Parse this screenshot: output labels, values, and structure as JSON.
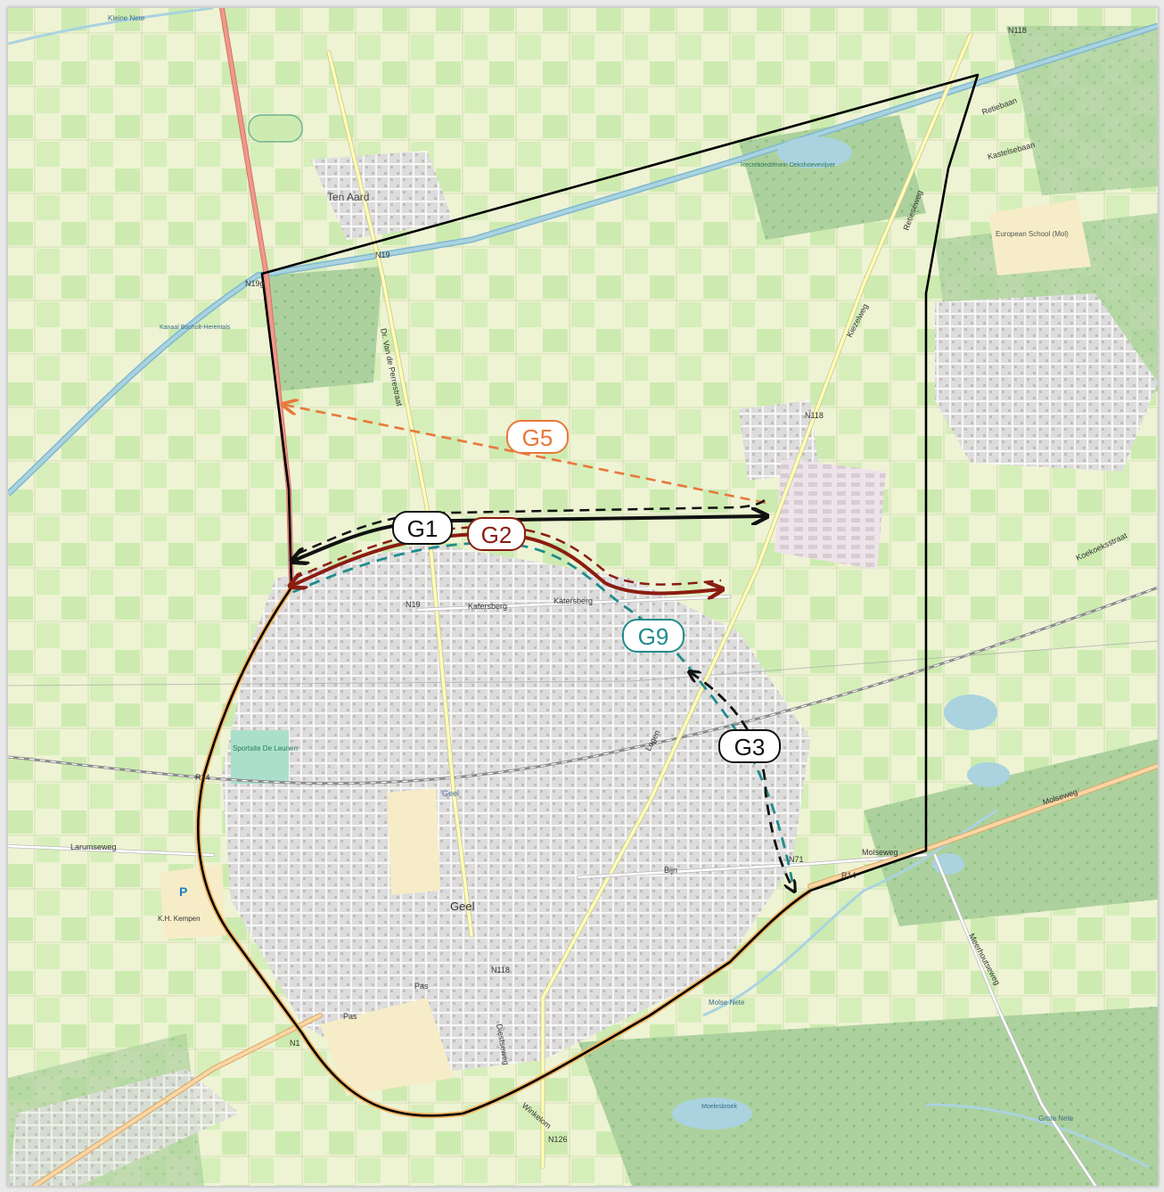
{
  "places": {
    "ten_aard": "Ten Aard",
    "geel_center": "Geel",
    "geel_station": "Geel",
    "sportsite": "Sportsite De Leunen",
    "kh_kempen": "K.H. Kempen",
    "parking": "P",
    "european_school": "European School (Mol)",
    "recreatiedomein": "Recreatiedomein Dekshoevevijver",
    "moelesbroek": "Moelesbroek",
    "kanaal": "Kanaal Bocholt-Herentals",
    "kleine_nete": "Kleine Nete",
    "molse_nete": "Molse Nete",
    "grote_nete": "Grote Nete"
  },
  "roads": {
    "n118_top": "N118",
    "n118_mid": "N118",
    "n118_bottom": "N118",
    "n19_top": "N19",
    "n19_mid": "N19",
    "n19g": "N19g",
    "n126": "N126",
    "n71": "N71",
    "r14_left": "R14",
    "r14_right": "R14",
    "n1x": "N1",
    "katersberg_1": "Katersberg",
    "katersberg_2": "Katersberg",
    "larumseweg": "Larumseweg",
    "molseweg_1": "Molseweg",
    "molseweg_2": "Molseweg",
    "bijn": "Bijn",
    "pas_1": "Pas",
    "pas_2": "Pas",
    "logen": "Logen",
    "retiebaan": "Retiebaan",
    "kastelsebaan": "Kastelsebaan",
    "kiezelweg": "Kiezelweg",
    "meerhoutseweg": "Meerhoutseweg",
    "winkelom": "Winkelom",
    "dr_van_de_perrestraat": "Dr. Van de Perrestraat",
    "diestseweg": "Diestseweg",
    "kaulille": "Koekoeksstraat",
    "retieseweg": "Retieseweg"
  },
  "routes": [
    {
      "id": "G1",
      "label": "G1",
      "color": "#111111"
    },
    {
      "id": "G2",
      "label": "G2",
      "color": "#8a1d10"
    },
    {
      "id": "G3",
      "label": "G3",
      "color": "#111111"
    },
    {
      "id": "G5",
      "label": "G5",
      "color": "#e8783a"
    },
    {
      "id": "G9",
      "label": "G9",
      "color": "#1f8c8c"
    }
  ],
  "colors": {
    "farmland": "#eef3d4",
    "meadow": "#cdebb0",
    "forest": "#add19e",
    "residential": "#d9d9d9",
    "industrial": "#ebdbe8",
    "water": "#aad3df",
    "primary_road": "#f0988a",
    "secondary_road": "#f7d8a0",
    "tertiary_road": "#fefeb3",
    "boundary": "#000000"
  }
}
